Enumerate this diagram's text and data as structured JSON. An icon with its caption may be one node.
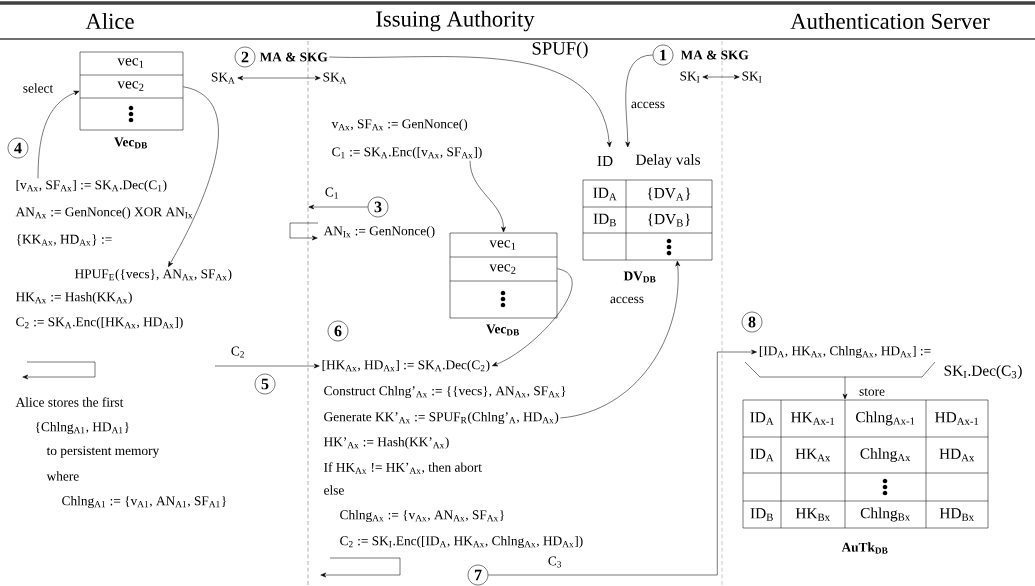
{
  "diagram": {
    "nodes": [
      {
        "text": [
          "2"
        ]
      },
      {
        "text": [
          "MA & SKG"
        ]
      },
      {
        "text": [
          "1"
        ]
      },
      {
        "text": [
          "MA & SKG"
        ]
      },
      {
        "text": [
          "SK$_{A}$"
        ]
      },
      {
        "text": [
          "SK$_{A}$"
        ]
      },
      {
        "text": [
          "SK$_{I}$"
        ]
      },
      {
        "text": [
          "SK$_{I}$"
        ]
      },
      {
        "text": [
          "vec$_{1}$",
          "vec$_{2}$"
        ],
        "beside": [
          "Vec$_{DB}$"
        ]
      },
      {
        "text": [
          "4"
        ]
      },
      {
        "text": [
          "[v$_{Ax}$, SF$_{Ax}$] := SK$_{A}$.Dec(C$_{1}$)"
        ]
      },
      {
        "text": [
          "HPUF$_{E}$({vecs}, AN$_{Ax}$, SF$_{Ax}$)"
        ]
      },
      {
        "text": [
          "C$_{1}$ := SK$_{A}$.Enc([v$_{Ax}$, SF$_{Ax}$])"
        ]
      },
      {
        "text": [
          "3"
        ]
      },
      {
        "text": [
          "ID",
          "Delay vals",
          "ID$_{A}$",
          "{DV$_{A}$}",
          "ID$_{B}$",
          "{DV$_{B}$}"
        ],
        "beside": [
          "DV$_{DB}$"
        ]
      },
      {
        "text": [
          "vec$_{1}$",
          "vec$_{2}$"
        ],
        "beside": [
          "Vec$_{DB}$"
        ]
      },
      {
        "text": [
          "5"
        ]
      },
      {
        "text": [
          "6"
        ]
      },
      {
        "text": [
          "[HK$_{Ax}$, HD$_{Ax}$] := SK$_{A}$.Dec(C$_{2}$)"
        ]
      },
      {
        "text": [
          "Generate KK’$_{Ax}$ := SPUF$_{R}$(Chlng’$_{A}$, HD$_{Ax}$)"
        ]
      },
      {
        "text": [
          "8"
        ]
      },
      {
        "text": [
          "[ID$_{A}$, HK$_{Ax}$, Chlng$_{Ax}$, HD$_{Ax}$] :=",
          "SK$_{I}$.Dec(C$_{3}$)"
        ]
      },
      {
        "text": [
          "ID$_{A}$",
          "HK$_{Ax-1}$",
          "Chlng$_{Ax-1}$",
          "HD$_{Ax-1}$",
          "ID$_{A}$",
          "HK$_{Ax}$",
          "Chlng$_{Ax}$",
          "HD$_{Ax}$",
          "ID$_{B}$",
          "HK$_{Bx}$",
          "Chlng$_{Bx}$",
          "HD$_{Bx}$"
        ],
        "beside": [
          "AuTk$_{DB}$"
        ]
      },
      {
        "text": [
          "7"
        ]
      }
    ],
    "edges": [
      {
        "from": 1,
        "to": 14,
        "arrow": "to",
        "label": "SPUF()"
      },
      {
        "from": 2,
        "to": 14,
        "arrow": "to",
        "label": "access"
      },
      {
        "from": 4,
        "to": 5,
        "arrow": "both"
      },
      {
        "from": 6,
        "to": 7,
        "arrow": "both"
      },
      {
        "from": 10,
        "to": 8,
        "arrow": "to",
        "label": "select"
      },
      {
        "from": 8,
        "to": 11,
        "arrow": "to"
      },
      {
        "from": 12,
        "to": 15,
        "arrow": "to"
      },
      {
        "from": 13,
        "to": null,
        "arrow": "to",
        "label": "C$_{1}$"
      },
      {
        "from": null,
        "to": 18,
        "arrow": "to",
        "label": "C$_{2}$"
      },
      {
        "from": 15,
        "to": 18,
        "arrow": "to"
      },
      {
        "from": 19,
        "to": 14,
        "arrow": "to",
        "label": "access"
      },
      {
        "from": 23,
        "to": 21,
        "arrow": "to",
        "label": "C$_{3}$"
      },
      {
        "from": 21,
        "to": 22,
        "arrow": "to",
        "label": "store"
      }
    ],
    "labels": [
      "Alice",
      "Issuing Authority",
      "Authentication Server",
      "AN$_{Ax}$ := GenNonce() XOR AN$_{Ix}$",
      "{KK$_{Ax}$, HD$_{Ax}$} :=",
      "HK$_{Ax}$ := Hash(KK$_{Ax}$)",
      "C$_{2}$ := SK$_{A}$.Enc([HK$_{Ax}$, HD$_{Ax}$])",
      "Alice stores the first",
      "{Chlng$_{A1}$, HD$_{A1}$}",
      "to persistent memory",
      "where",
      "Chlng$_{A1}$ := {v$_{A1}$, AN$_{A1}$, SF$_{A1}$}",
      "v$_{Ax}$, SF$_{Ax}$ := GenNonce()",
      "AN$_{Ix}$ := GenNonce()",
      "Construct Chlng’$_{Ax}$ := {{vecs}, AN$_{Ax}$, SF$_{Ax}$}",
      "HK’$_{Ax}$ := Hash(KK’$_{Ax}$)",
      "If HK$_{Ax}$ != HK’$_{Ax}$, then abort",
      "else",
      "Chlng$_{Ax}$ := {v$_{Ax}$, AN$_{Ax}$, SF$_{Ax}$}",
      "C$_{2}$ := SK$_{I}$.Enc([ID$_{A}$, HK$_{Ax}$, Chlng$_{Ax}$, HD$_{Ax}$])"
    ]
  }
}
